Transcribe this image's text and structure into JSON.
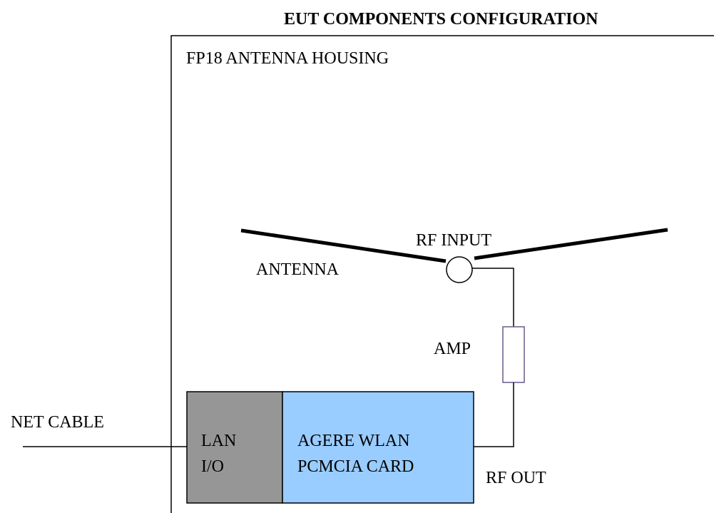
{
  "title": "EUT COMPONENTS CONFIGURATION",
  "housing": {
    "label": "FP18 ANTENNA HOUSING"
  },
  "antenna": {
    "label": "ANTENNA",
    "rf_input_label": "RF INPUT"
  },
  "amplifier": {
    "label": "AMP"
  },
  "lan_io": {
    "label_line1": "LAN",
    "label_line2": "I/O",
    "fill": "#969696"
  },
  "wlan_card": {
    "label_line1": "AGERE WLAN",
    "label_line2": "PCMCIA CARD",
    "fill": "#99ccff"
  },
  "net_cable": {
    "label": "NET CABLE"
  },
  "rf_out": {
    "label": "RF OUT"
  },
  "colors": {
    "line": "#000000",
    "amp_border": "#6a5a8c"
  }
}
